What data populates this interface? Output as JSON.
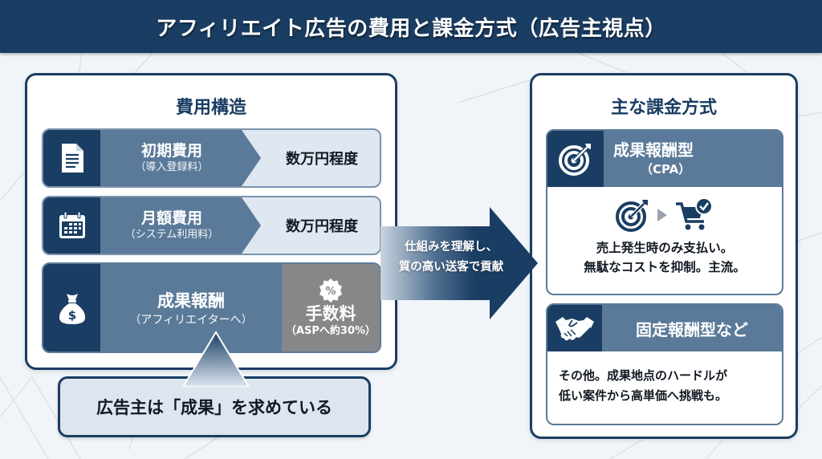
{
  "header": {
    "title": "アフィリエイト広告の費用と課金方式（広告主視点）"
  },
  "cost_structure": {
    "title": "費用構造",
    "rows": [
      {
        "icon": "document-icon",
        "label": "初期費用",
        "sub": "（導入登録料）",
        "value": "数万円程度"
      },
      {
        "icon": "calendar-icon",
        "label": "月額費用",
        "sub": "（システム利用料）",
        "value": "数万円程度"
      },
      {
        "icon": "money-bag-icon",
        "label": "成果報酬",
        "sub": "（アフィリエイターへ）",
        "fee_icon": "percent-badge-icon",
        "fee_label": "手数料",
        "fee_sub": "（ASPへ約30%）"
      }
    ]
  },
  "callout": {
    "text": "広告主は「成果」を求めている"
  },
  "arrow": {
    "line1": "仕組みを理解し、",
    "line2": "質の高い送客で貢献"
  },
  "billing_methods": {
    "title": "主な課金方式",
    "methods": [
      {
        "icon": "target-icon",
        "title": "成果報酬型",
        "sub": "（CPA）",
        "flow_icons": [
          "target-icon",
          "play-arrow-icon",
          "cart-check-icon"
        ],
        "desc_line1": "売上発生時のみ支払い。",
        "desc_line2": "無駄なコストを抑制。主流。"
      },
      {
        "icon": "handshake-icon",
        "title": "固定報酬型など",
        "desc_line1": "その他。成果地点のハードルが",
        "desc_line2": "低い案件から高単価へ挑戦も。"
      }
    ]
  },
  "colors": {
    "navy": "#1a3d63",
    "steel": "#5b7a99",
    "light": "#dfe7f0",
    "gray_fee": "#858789",
    "background": "#f1f5f9"
  }
}
